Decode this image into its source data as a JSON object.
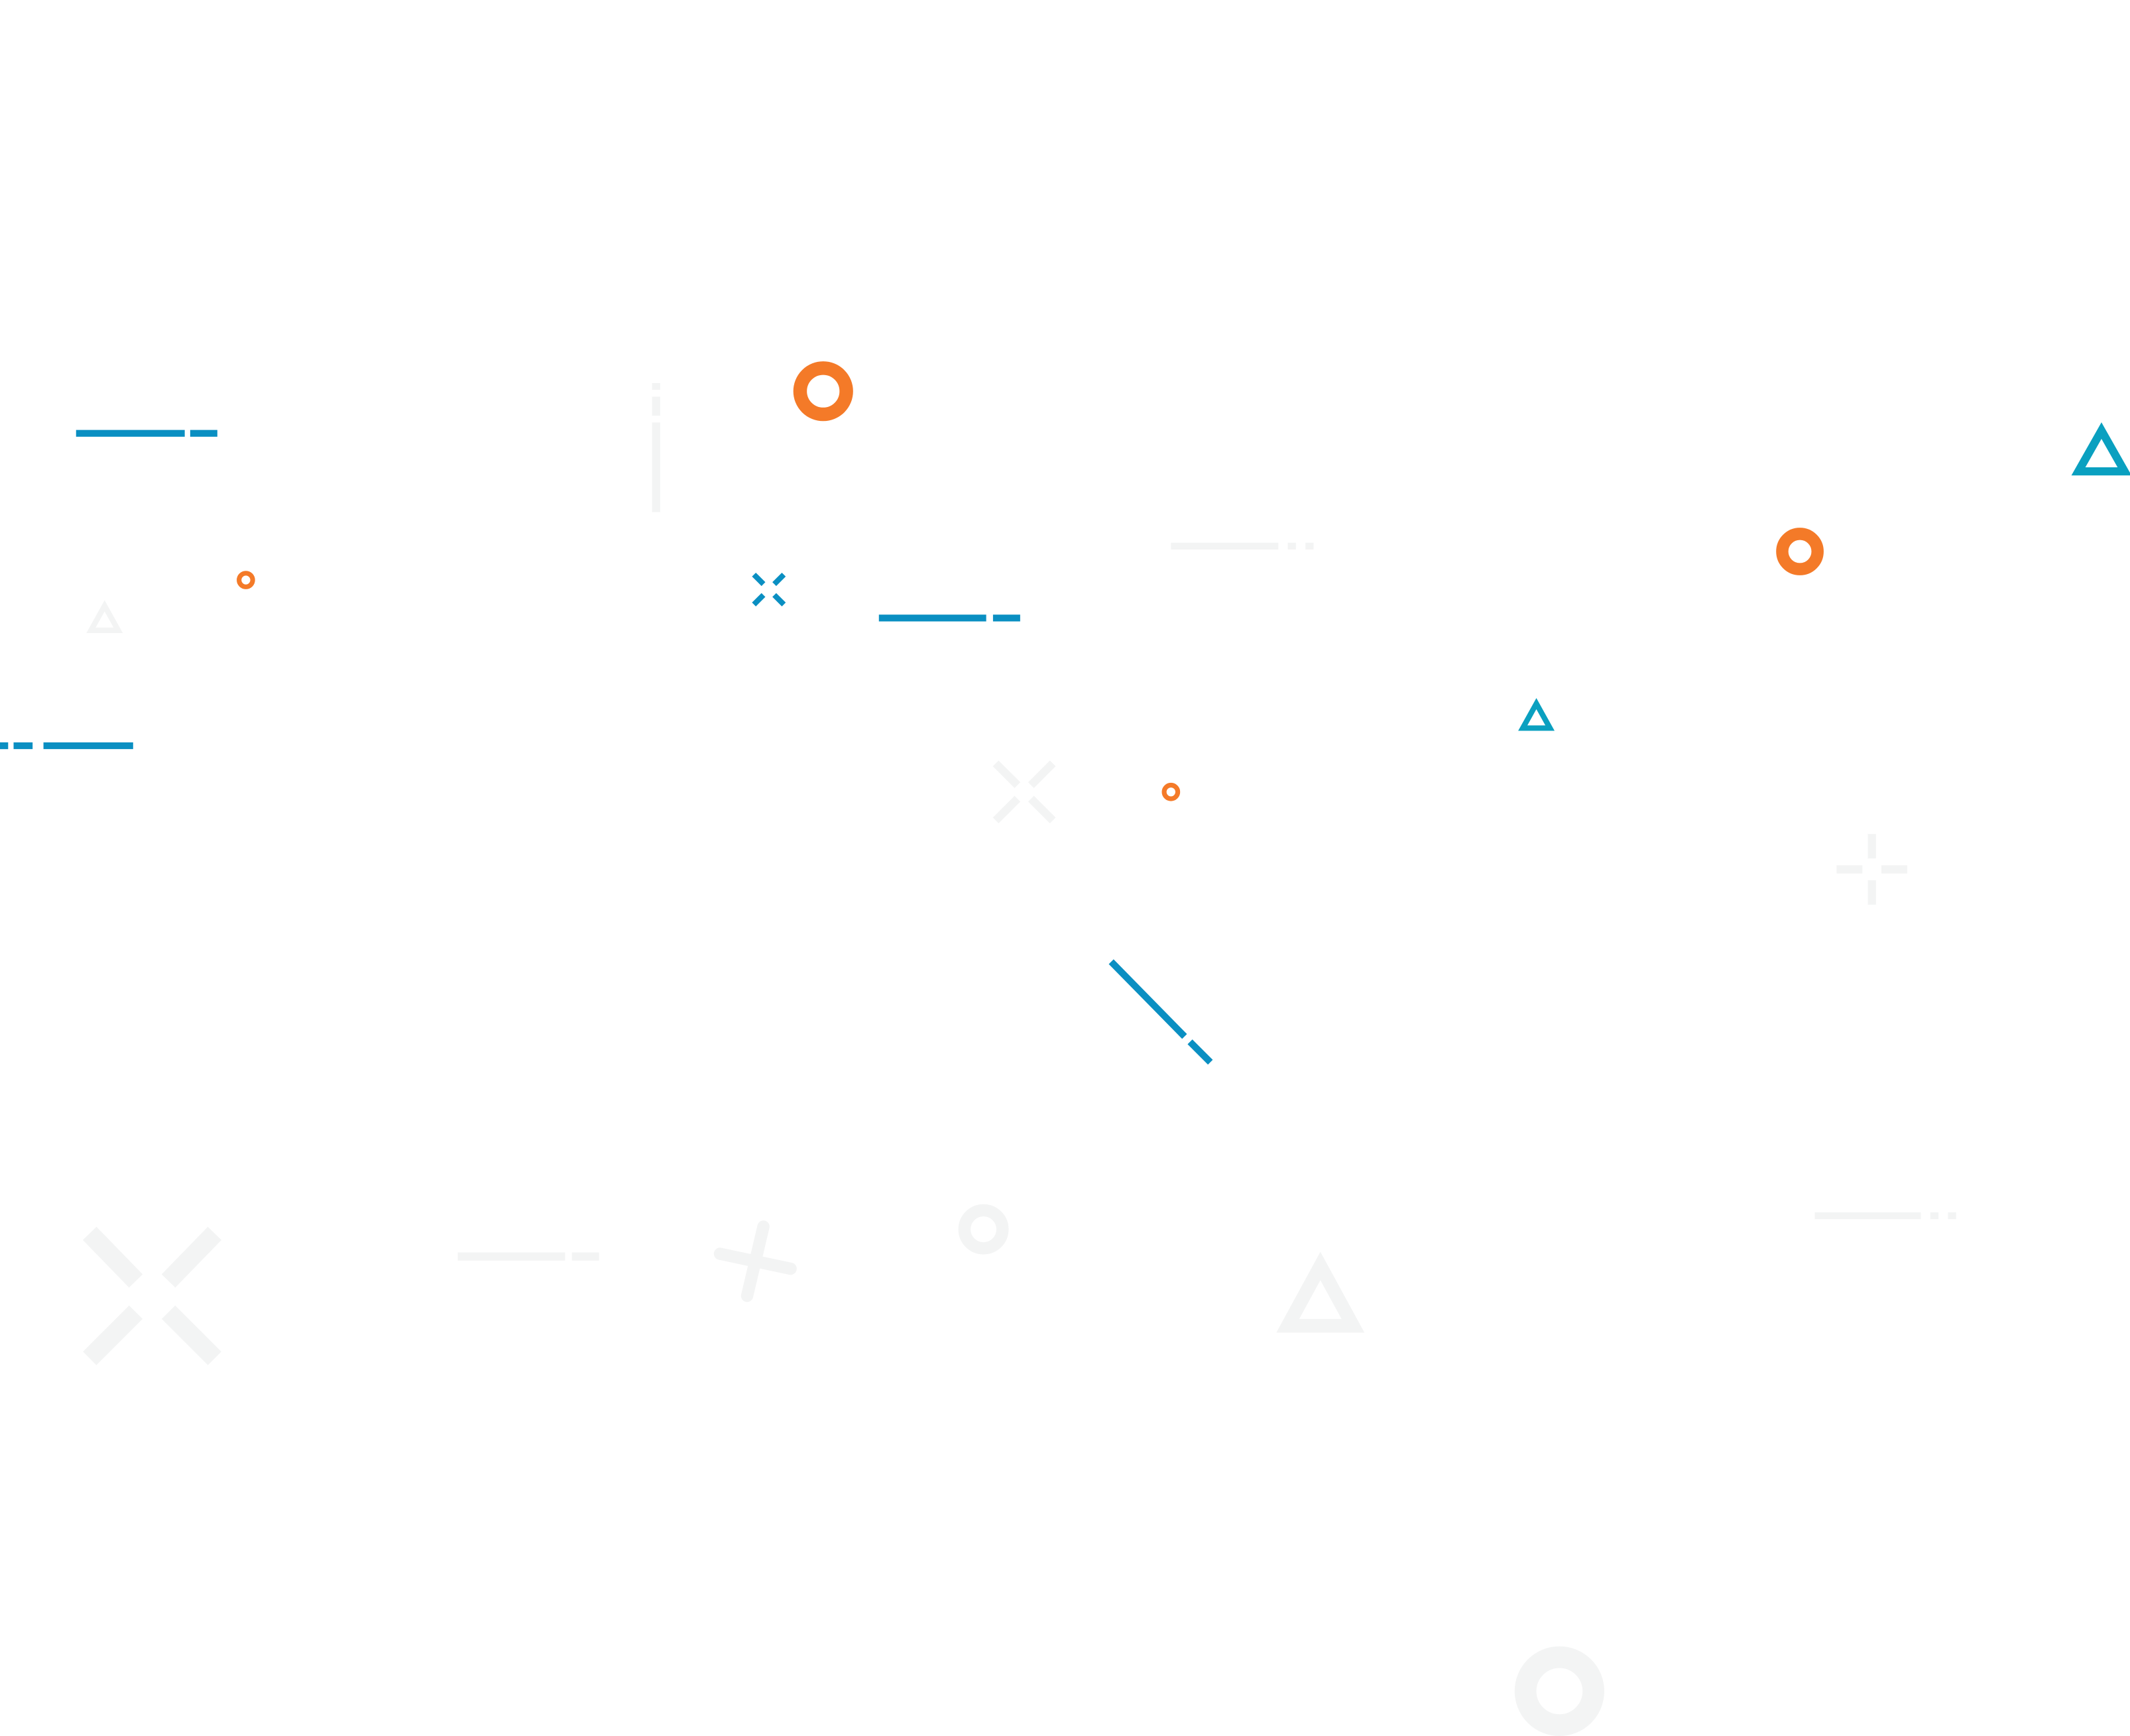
{
  "palette": {
    "background": "#ffffff",
    "blue": "#0a8fc2",
    "teal": "#0aa0c0",
    "orange": "#f47a28",
    "light_gray": "#f3f4f4"
  },
  "shapes": [
    "dash-line",
    "ring",
    "triangle",
    "cross",
    "plus",
    "diagonal-line"
  ]
}
